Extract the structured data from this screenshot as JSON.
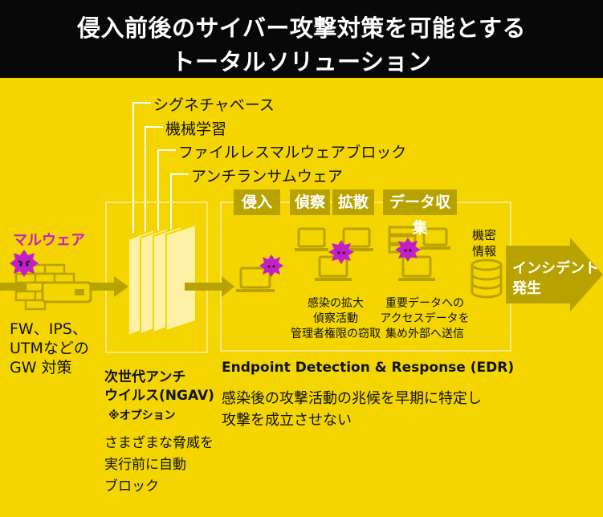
{
  "header": {
    "line1": "侵入前後のサイバー攻撃対策を可能とする",
    "line2": "トータルソリューション"
  },
  "colors": {
    "background": "#f4d500",
    "header_bg": "#080808",
    "tag_bg": "#b8a200",
    "malware": "#c21fc8",
    "arrow": "#b8a200"
  },
  "features": [
    "シグネチャベース",
    "機械学習",
    "ファイルレスマルウェアブロック",
    "アンチランサムウェア"
  ],
  "malware_label": "マルウェア",
  "gateway": {
    "lines": [
      "FW、IPS、",
      "UTMなどの",
      "GW 対策"
    ]
  },
  "ngav": {
    "title_lines": [
      "次世代アンチ",
      "ウイルス(NGAV)"
    ],
    "option": "※オプション",
    "desc_lines": [
      "さまざまな脅威を",
      "実行前に自動",
      "ブロック"
    ]
  },
  "edr": {
    "stages": [
      "侵入",
      "偵察",
      "拡散",
      "データ収集"
    ],
    "lateral_lines": [
      "感染の拡大",
      "偵察活動",
      "管理者権限の窃取"
    ],
    "exfil_lines": [
      "重要データへの",
      "アクセスデータを",
      "集め外部へ送信"
    ],
    "db_label_lines": [
      "機密",
      "情報"
    ],
    "title": "Endpoint Detection & Response (EDR)",
    "desc_lines": [
      "感染後の攻撃活動の兆候を早期に特定し",
      "攻撃を成立させない"
    ]
  },
  "incident": {
    "lines": [
      "インシデント",
      "発生"
    ]
  }
}
